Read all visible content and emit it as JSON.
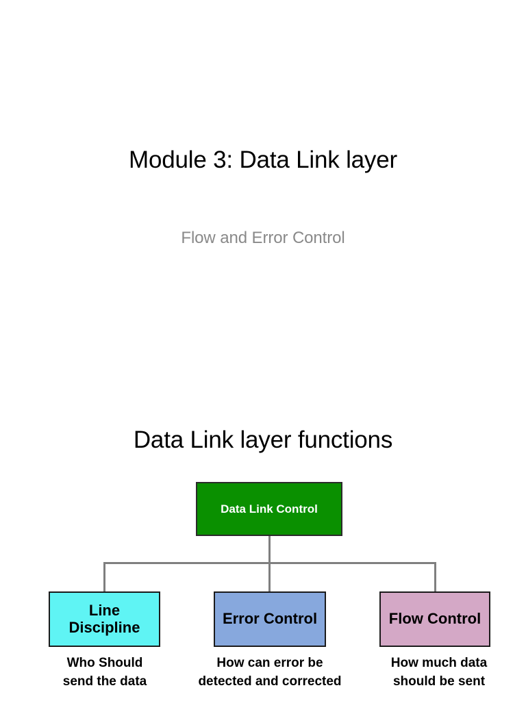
{
  "slide_title": "Module 3: Data Link layer",
  "slide_subtitle": "Flow and Error Control",
  "section_heading": "Data Link layer functions",
  "chart_data": {
    "type": "diagram",
    "title": "Data Link layer functions",
    "root": {
      "label": "Data Link Control",
      "fill": "#0a9000",
      "text_color": "#ffffff"
    },
    "children": [
      {
        "label": "Line\nDiscipline",
        "caption": "Who Should\nsend the data",
        "fill": "#5ff4f4",
        "text_color": "#000000"
      },
      {
        "label": "Error Control",
        "caption": "How can error be\ndetected and corrected",
        "fill": "#87a8dd",
        "text_color": "#000000"
      },
      {
        "label": "Flow Control",
        "caption": "How much data\nshould be sent",
        "fill": "#d4a8c6",
        "text_color": "#000000"
      }
    ],
    "connector_color": "#7f7f7f",
    "border_color": "#1b1b1b"
  }
}
